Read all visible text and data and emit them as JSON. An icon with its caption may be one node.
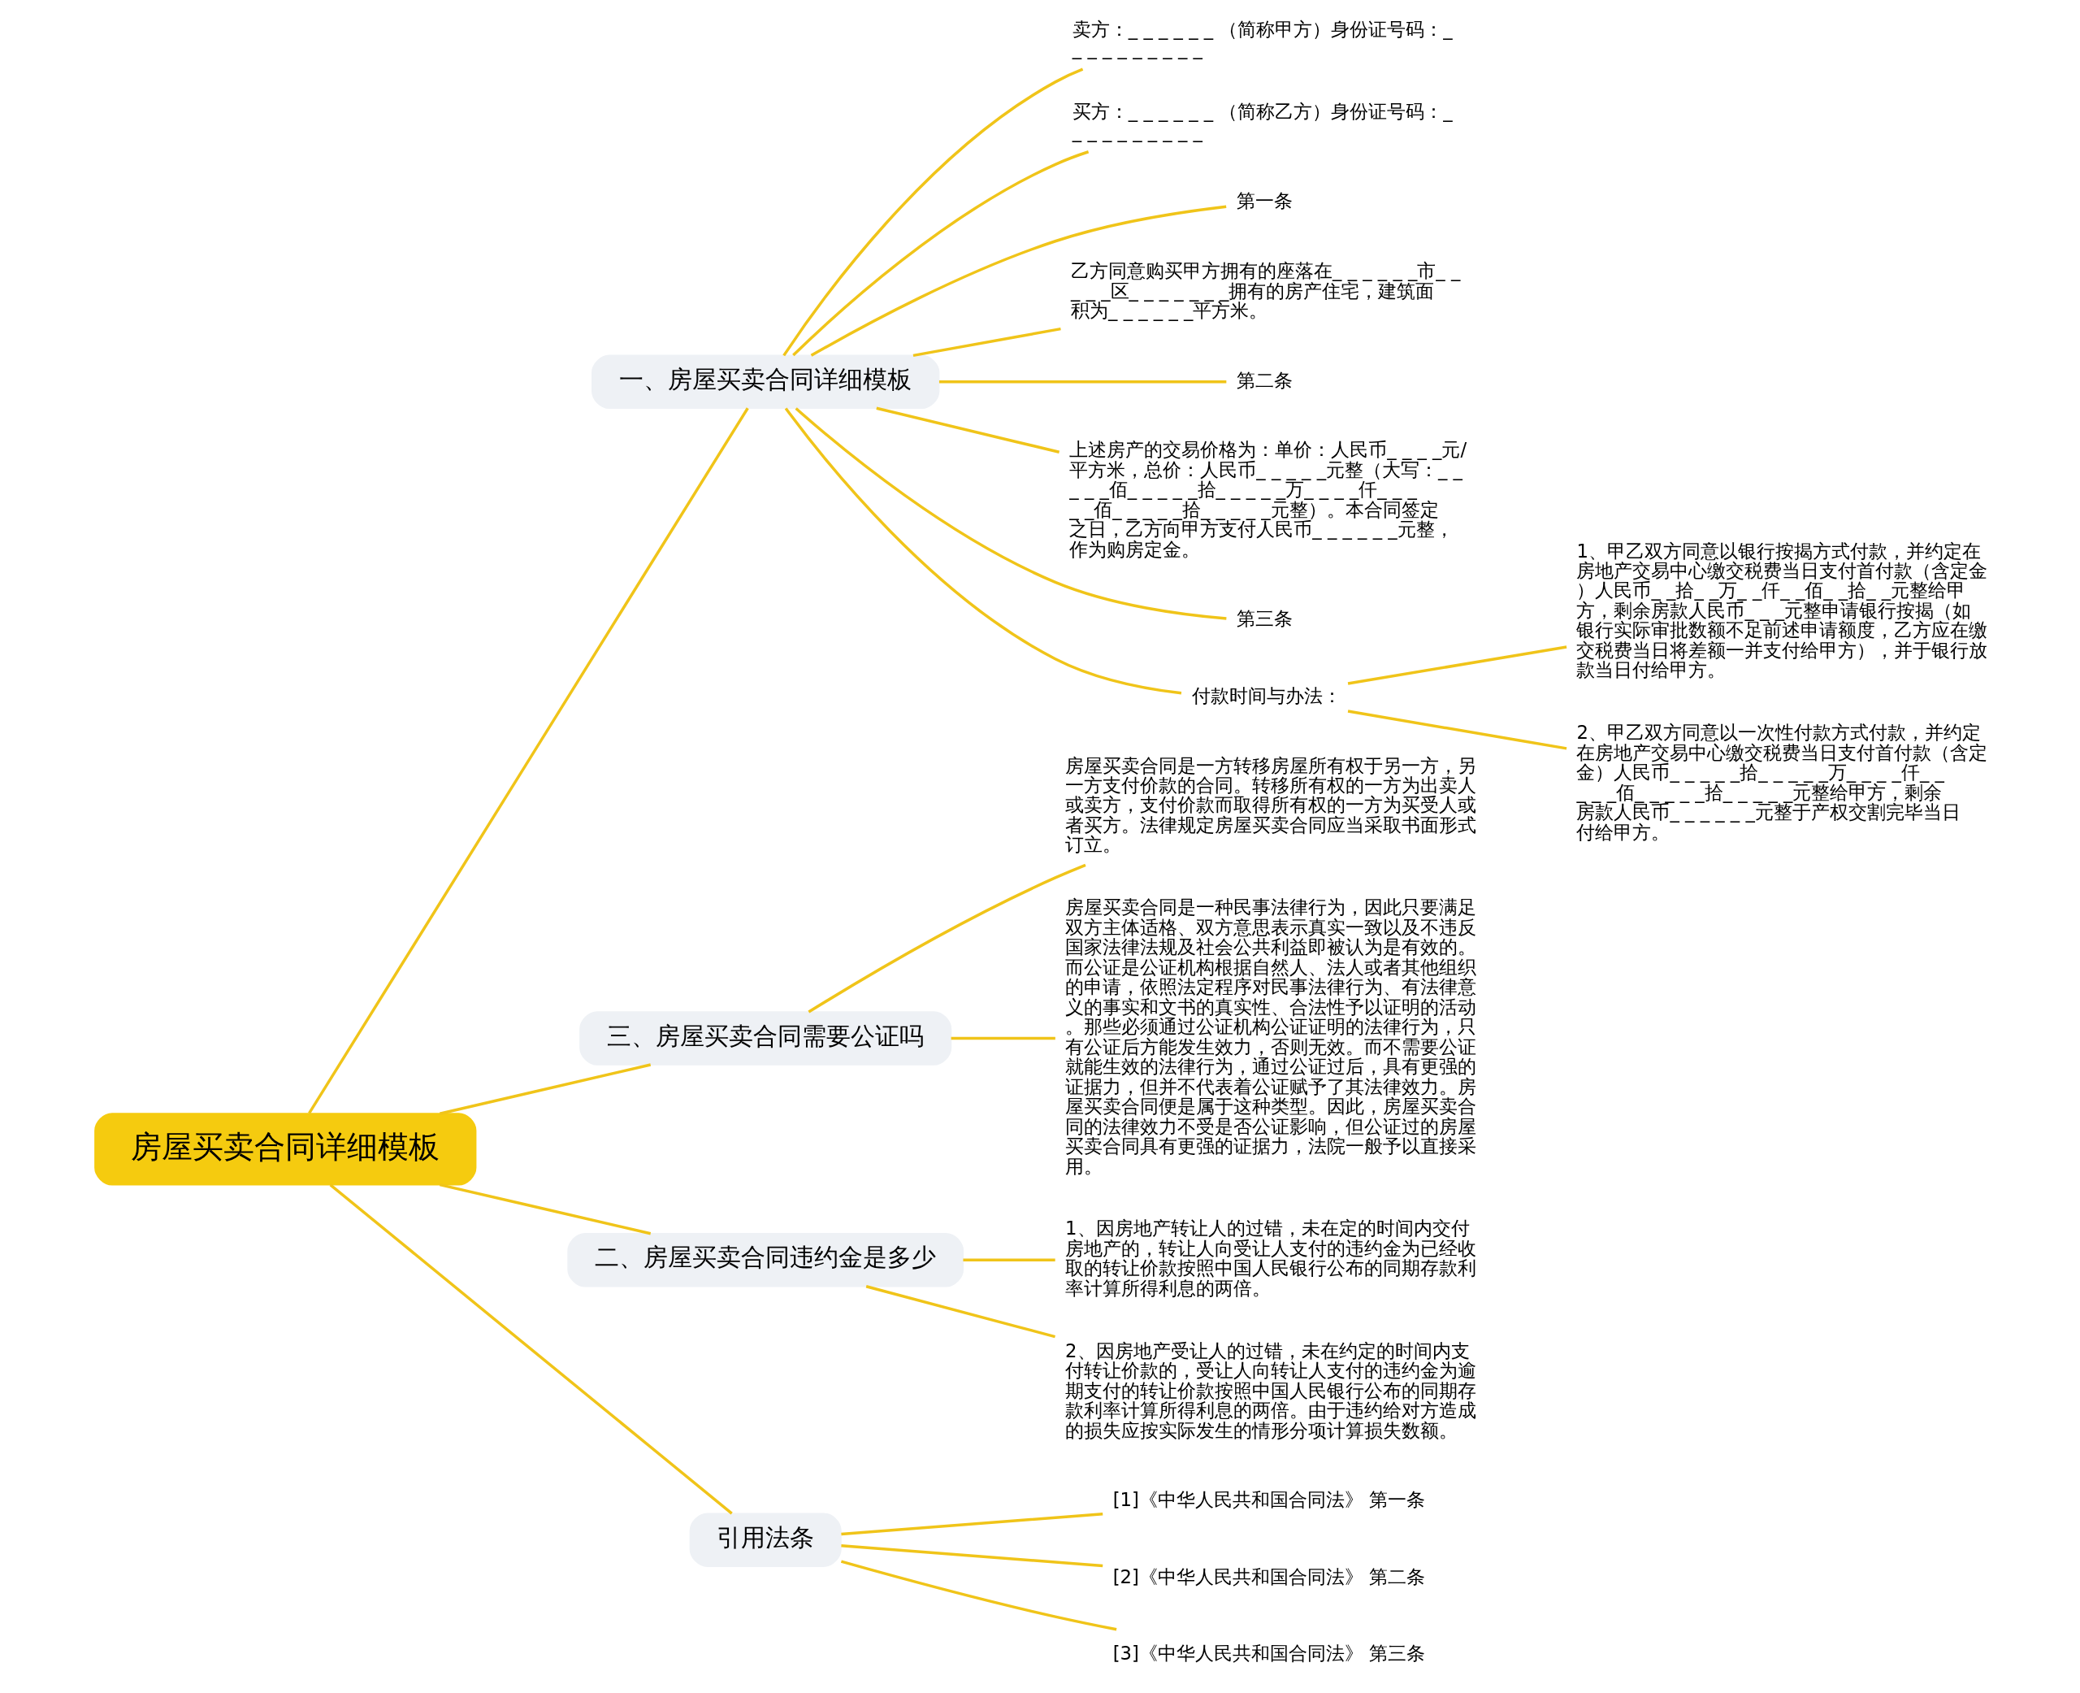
{
  "diagram": {
    "nodes": [
      {
        "text": [
          "房屋买卖合同详细模板"
        ]
      },
      {
        "text": [
          "一、房屋买卖合同详细模板"
        ]
      },
      {
        "text": [
          "卖方：_ _ _ _ _ _ （简称甲方）身份证号码：_ _ _ _ _ _ _ _ _ _"
        ]
      },
      {
        "text": [
          "买方：_ _ _ _ _ _ （简称乙方）身份证号码：_ _ _ _ _ _ _ _ _ _"
        ]
      },
      {
        "text": [
          "第一条"
        ]
      },
      {
        "text": [
          "乙方同意购买甲方拥有的座落在_ _ _ _ _ _市_ _ _ _ _区_ _ _ _ _ _ _拥有的房产住宅，建筑面积为_ _ _ _ _ _平方米。"
        ]
      },
      {
        "text": [
          "第二条"
        ]
      },
      {
        "text": [
          "上述房产的交易价格为：单价：人民币_ _ _ _元/平方米，总价：人民币_ _ _ _ _元整（大写：_ _ _ _ _佰_ _ _ _ _拾_ _ _ _ _万_ _ _ _仟_ _ _ _ _佰_ _ _ _ _拾_ _ _ _ _元整）。本合同签定之日，乙方向甲方支付人民币_ _ _ _ _ _元整，作为购房定金。"
        ]
      },
      {
        "text": [
          "第三条"
        ]
      },
      {
        "text": [
          "付款时间与办法："
        ]
      },
      {
        "text": [
          "1、甲乙双方同意以银行按揭方式付款，并约定在房地产交易中心缴交税费当日支付首付款（含定金）人民币_ _拾_ _万_ _仟_ _佰_ _拾_ _元整给甲方，剩余房款人民币_ _ _元整申请银行按揭（如银行实际审批数额不足前述申请额度，乙方应在缴交税费当日将差额一并支付给甲方），并于银行放款当日付给甲方。"
        ]
      },
      {
        "text": [
          "2、甲乙双方同意以一次性付款方式付款，并约定在房地产交易中心缴交税费当日支付首付款（含定金）人民币_ _ _ _ _拾_ _ _ _ _万_ _ _ _仟_ _ _ _ _佰_ _ _ _ _拾_ _ _ _ _元整给甲方，剩余房款人民币_ _ _ _ _ _元整于产权交割完毕当日付给甲方。"
        ]
      },
      {
        "text": [
          "三、房屋买卖合同需要公证吗"
        ]
      },
      {
        "text": [
          "房屋买卖合同是一方转移房屋所有权于另一方，另一方支付价款的合同。转移所有权的一方为出卖人或卖方，支付价款而取得所有权的一方为买受人或者买方。法律规定房屋买卖合同应当采取书面形式订立。"
        ]
      },
      {
        "text": [
          "房屋买卖合同是一种民事法律行为，因此只要满足双方主体适格、双方意思表示真实一致以及不违反国家法律法规及社会公共利益即被认为是有效的。而公证是公证机构根据自然人、法人或者其他组织的申请，依照法定程序对民事法律行为、有法律意义的事实和文书的真实性、合法性予以证明的活动。那些必须通过公证机构公证证明的法律行为，只有公证后方能发生效力，否则无效。而不需要公证就能生效的法律行为，通过公证过后，具有更强的证据力，但并不代表着公证赋予了其法律效力。房屋买卖合同便是属于这种类型。因此，房屋买卖合同的法律效力不受是否公证影响，但公证过的房屋买卖合同具有更强的证据力，法院一般予以直接采用。"
        ]
      },
      {
        "text": [
          "二、房屋买卖合同违约金是多少"
        ]
      },
      {
        "text": [
          "1、因房地产转让人的过错，未在定的时间内交付房地产的，转让人向受让人支付的违约金为已经收取的转让价款按照中国人民银行公布的同期存款利率计算所得利息的两倍。"
        ]
      },
      {
        "text": [
          "2、因房地产受让人的过错，未在约定的时间内支付转让价款的，受让人向转让人支付的违约金为逾期支付的转让价款按照中国人民银行公布的同期存款利率计算所得利息的两倍。由于违约给对方造成的损失应按实际发生的情形分项计算损失数额。"
        ]
      },
      {
        "text": [
          "引用法条"
        ]
      },
      {
        "text": [
          "[1]《中华人民共和国合同法》 第一条"
        ]
      },
      {
        "text": [
          "[2]《中华人民共和国合同法》 第二条"
        ]
      },
      {
        "text": [
          "[3]《中华人民共和国合同法》 第三条"
        ]
      }
    ],
    "edges": [
      {
        "from": 0,
        "to": 1,
        "arrow": "none"
      },
      {
        "from": 1,
        "to": 2,
        "arrow": "none"
      },
      {
        "from": 1,
        "to": 3,
        "arrow": "none"
      },
      {
        "from": 1,
        "to": 4,
        "arrow": "none"
      },
      {
        "from": 1,
        "to": 5,
        "arrow": "none"
      },
      {
        "from": 1,
        "to": 6,
        "arrow": "none"
      },
      {
        "from": 1,
        "to": 7,
        "arrow": "none"
      },
      {
        "from": 1,
        "to": 8,
        "arrow": "none"
      },
      {
        "from": 1,
        "to": 9,
        "arrow": "none"
      },
      {
        "from": 9,
        "to": 10,
        "arrow": "none"
      },
      {
        "from": 9,
        "to": 11,
        "arrow": "none"
      },
      {
        "from": 0,
        "to": 12,
        "arrow": "none"
      },
      {
        "from": 12,
        "to": 13,
        "arrow": "none"
      },
      {
        "from": 12,
        "to": 14,
        "arrow": "none"
      },
      {
        "from": 0,
        "to": 15,
        "arrow": "none"
      },
      {
        "from": 15,
        "to": 16,
        "arrow": "none"
      },
      {
        "from": 15,
        "to": 17,
        "arrow": "none"
      },
      {
        "from": 0,
        "to": 18,
        "arrow": "none"
      },
      {
        "from": 18,
        "to": 19,
        "arrow": "none"
      },
      {
        "from": 18,
        "to": 20,
        "arrow": "none"
      },
      {
        "from": 18,
        "to": 21,
        "arrow": "none"
      }
    ]
  }
}
